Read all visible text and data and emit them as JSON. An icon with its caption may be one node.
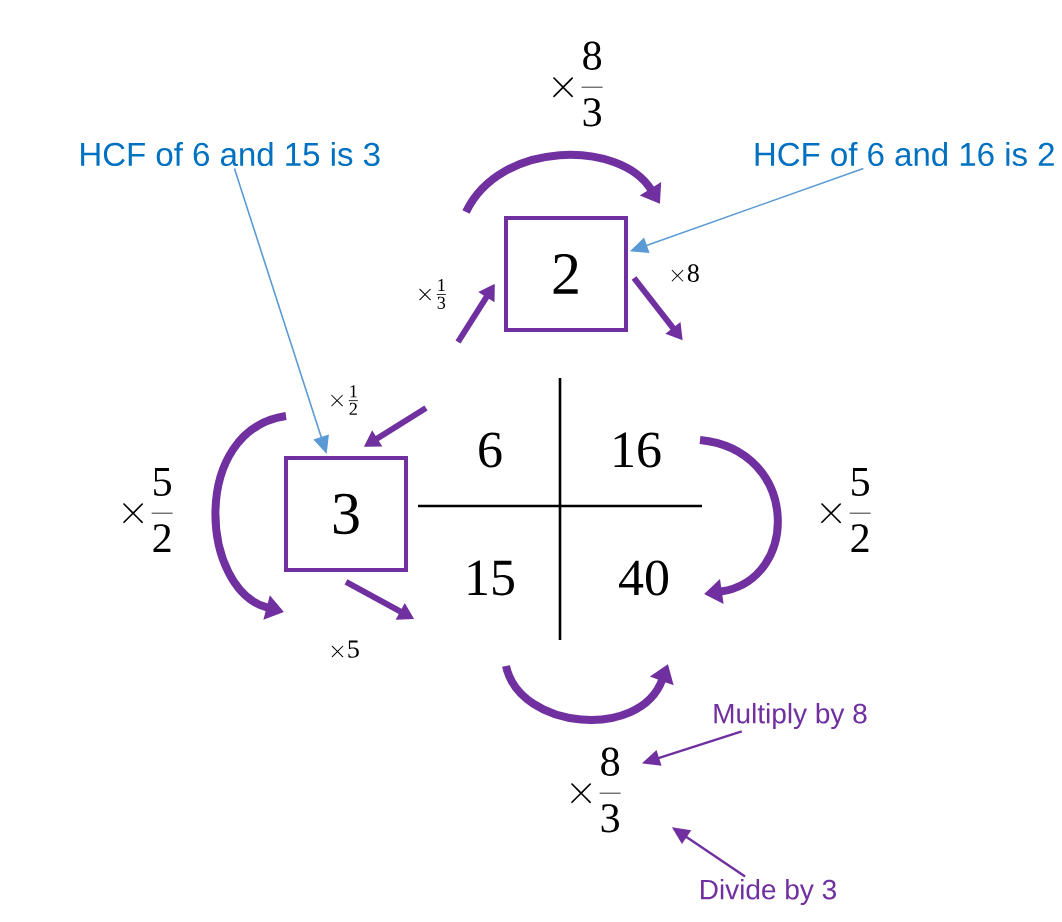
{
  "diagram": {
    "nodes": [
      {
        "text": [
          "2"
        ]
      },
      {
        "text": [
          "3"
        ]
      },
      {
        "text": [
          "HCF of 6 and 15 is 3"
        ]
      },
      {
        "text": [
          "HCF of 6 and 16 is 2"
        ]
      },
      {
        "text": [
          "Multiply by 8"
        ]
      },
      {
        "text": [
          "Divide by 3"
        ]
      }
    ],
    "edges": [
      {
        "from": 2,
        "to": 1,
        "arrow": "to",
        "color": "#5b9bd5"
      },
      {
        "from": 3,
        "to": 0,
        "arrow": "to",
        "color": "#5b9bd5"
      },
      {
        "from": null,
        "to": 0,
        "arrow": "to",
        "style": "thick",
        "color": "#7030a0",
        "label": "\\times\\frac{1}{3}"
      },
      {
        "from": 0,
        "to": null,
        "arrow": "to",
        "style": "thick",
        "color": "#7030a0",
        "label": "\\times 8"
      },
      {
        "from": null,
        "to": 1,
        "arrow": "to",
        "style": "thick",
        "color": "#7030a0",
        "label": "\\times\\frac{1}{2}"
      },
      {
        "from": 1,
        "to": null,
        "arrow": "to",
        "style": "thick",
        "color": "#7030a0",
        "label": "\\times 5"
      },
      {
        "from": 4,
        "to": null,
        "arrow": "to",
        "color": "#7030a0"
      },
      {
        "from": 5,
        "to": null,
        "arrow": "to",
        "color": "#7030a0"
      }
    ],
    "labels": [
      "\\times\\frac{8}{3}",
      "\\times\\frac{5}{2}",
      "6",
      "16",
      "15",
      "40",
      "\\times\\frac{5}{2}",
      "\\times\\frac{8}{3}"
    ]
  }
}
